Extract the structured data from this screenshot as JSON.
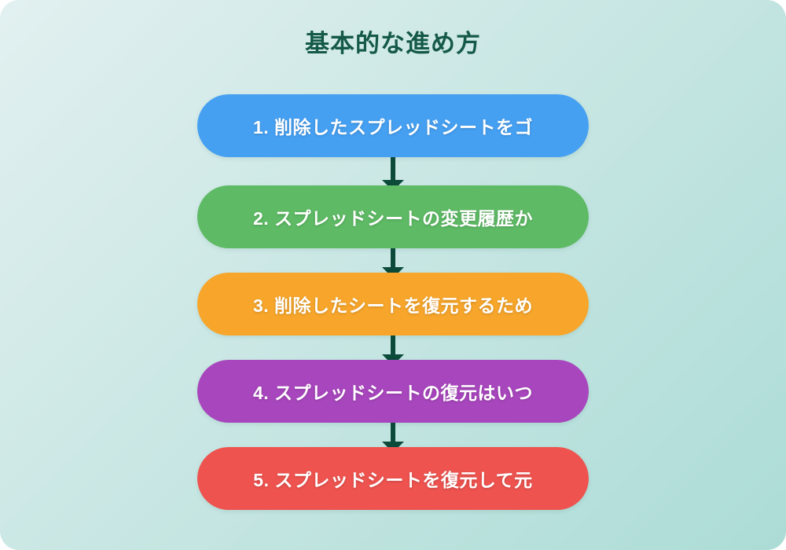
{
  "title": "基本的な進め方",
  "colors": {
    "title": "#155948",
    "arrow": "#0c4a3a",
    "step_text": "#ffffff",
    "background_start": "#e2f0f0",
    "background_end": "#acdcd6"
  },
  "connector_icon": "arrow-down",
  "steps": [
    {
      "label": "1. 削除したスプレッドシートをゴ",
      "color": "#46a0f2"
    },
    {
      "label": "2. スプレッドシートの変更履歴か",
      "color": "#5eba65"
    },
    {
      "label": "3. 削除したシートを復元するため",
      "color": "#f7a62b"
    },
    {
      "label": "4. スプレッドシートの復元はいつ",
      "color": "#a846bd"
    },
    {
      "label": "5. スプレッドシートを復元して元",
      "color": "#ee534f"
    }
  ]
}
